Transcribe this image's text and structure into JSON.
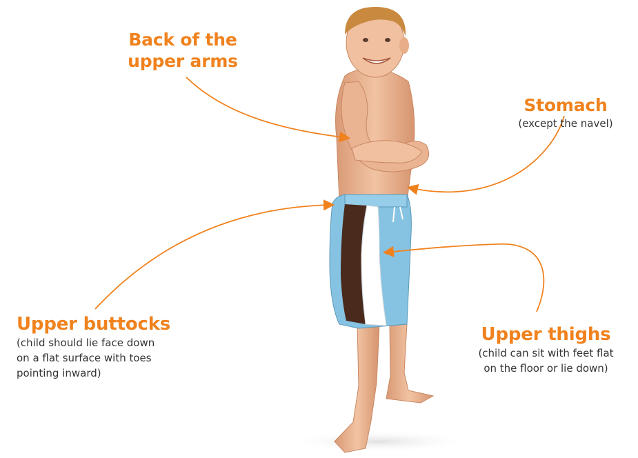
{
  "sites": [
    {
      "title_lines": [
        "Back of the",
        "upper arms"
      ],
      "note_lines": []
    },
    {
      "title_lines": [
        "Stomach"
      ],
      "note_lines": [
        "(except the navel)"
      ]
    },
    {
      "title_lines": [
        "Upper buttocks"
      ],
      "note_lines": [
        "(child should lie face down",
        "on a flat surface with toes",
        "pointing inward)"
      ]
    },
    {
      "title_lines": [
        "Upper thighs"
      ],
      "note_lines": [
        "(child can sit with feet flat",
        "on the floor or lie down)"
      ]
    }
  ],
  "colors": {
    "accent": "#F0821E",
    "note_text": "#333333",
    "skin": "#E8B08C",
    "hair": "#C9893F",
    "shorts_blue": "#86C3E3",
    "shorts_brown": "#4A2A1C",
    "shorts_white": "#FFFFFF"
  },
  "icons": {
    "arrow": "callout-arrow"
  }
}
